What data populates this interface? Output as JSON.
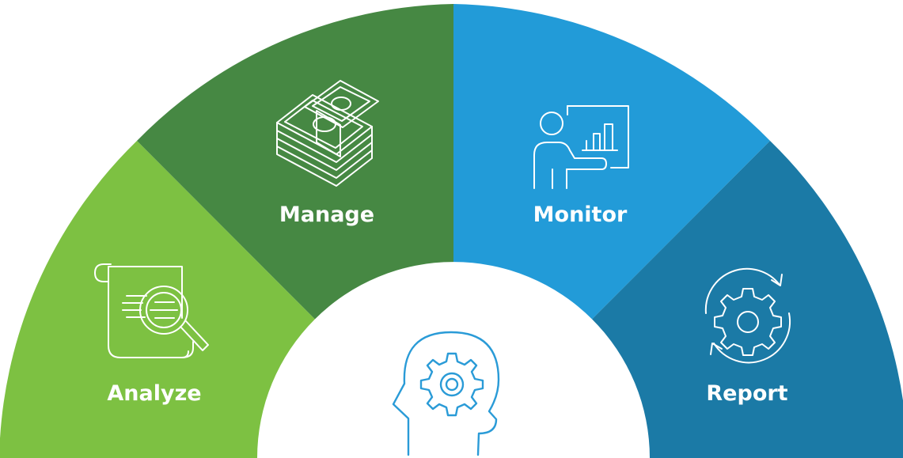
{
  "segments": [
    {
      "id": "analyze",
      "label": "Analyze",
      "color": "#7dc142",
      "icon": "scroll-magnifier-icon"
    },
    {
      "id": "manage",
      "label": "Manage",
      "color": "#468843",
      "icon": "money-stack-icon"
    },
    {
      "id": "monitor",
      "label": "Monitor",
      "color": "#229bd8",
      "icon": "presenter-chart-icon"
    },
    {
      "id": "report",
      "label": "Report",
      "color": "#1b7aa6",
      "icon": "gear-refresh-icon"
    }
  ],
  "center": {
    "icon": "head-gear-icon",
    "color": "#2a9bd7"
  }
}
